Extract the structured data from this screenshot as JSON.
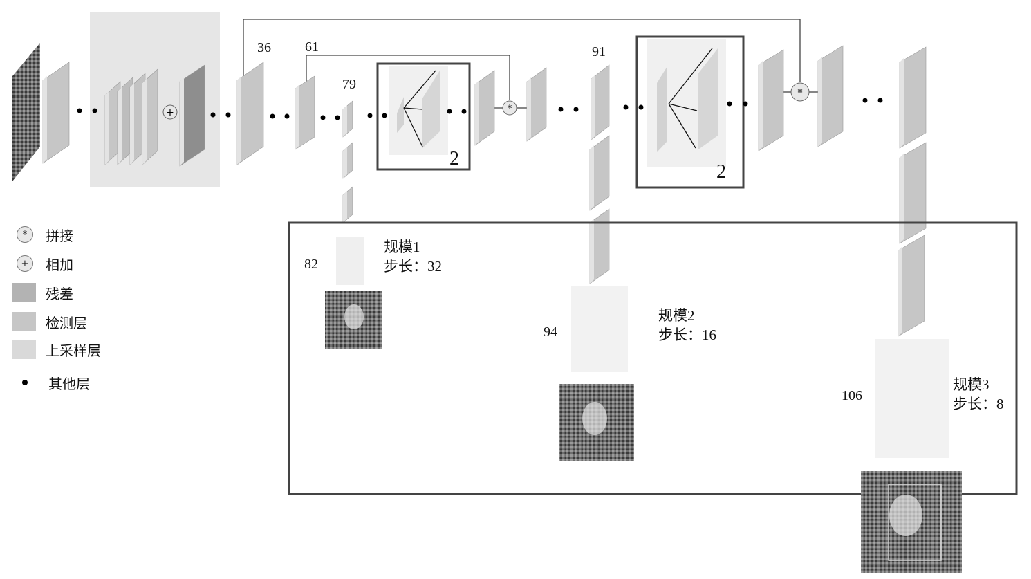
{
  "legend": {
    "concat": "拼接",
    "add": "相加",
    "residual": "残差",
    "detection": "检测层",
    "upsample": "上采样层",
    "other": "其他层",
    "concat_symbol": "*",
    "add_symbol": "+"
  },
  "layer_numbers": {
    "l36": "36",
    "l61": "61",
    "l79": "79",
    "l91": "91",
    "l82": "82",
    "l94": "94",
    "l106": "106"
  },
  "repeat_labels": {
    "first": "2",
    "second": "2"
  },
  "scales": [
    {
      "title": "规模1",
      "stride": "步长：32"
    },
    {
      "title": "规模2",
      "stride": "步长：16"
    },
    {
      "title": "规模3",
      "stride": "步长：8"
    }
  ],
  "colors": {
    "residual": "#b3b3b3",
    "detection": "#c6c6c6",
    "upsample": "#d9d9d9",
    "panel": "#e6e6e6",
    "frame": "#444444"
  }
}
